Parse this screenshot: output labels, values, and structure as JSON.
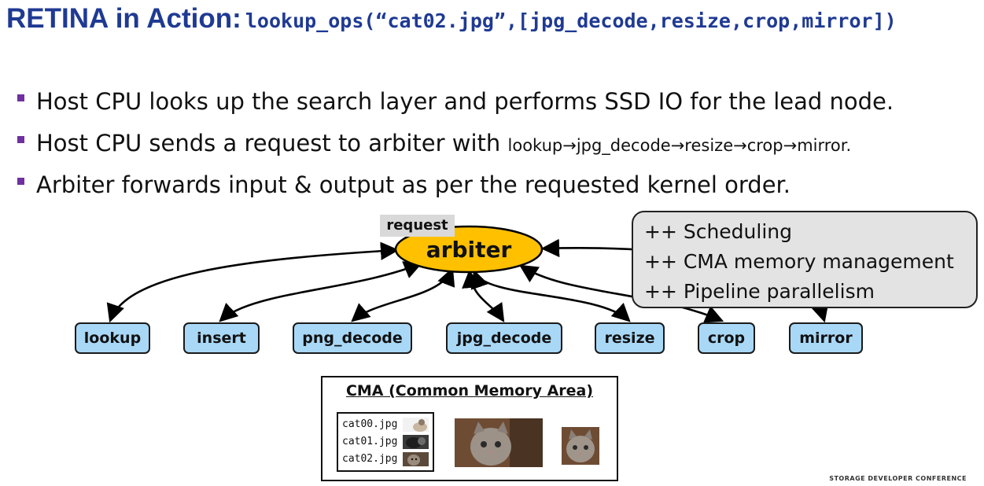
{
  "title": {
    "main": "RETINA in Action:",
    "code": "lookup_ops(“cat02.jpg”,[jpg_decode,resize,crop,mirror])"
  },
  "bullets": [
    {
      "text": "Host CPU looks up the search layer and performs SSD IO for the lead node."
    },
    {
      "text": "Host CPU sends a request to arbiter with ",
      "small": "lookup→jpg_decode→resize→crop→mirror."
    },
    {
      "text": "Arbiter forwards input & output as per the requested kernel order."
    }
  ],
  "diagram": {
    "request_label": "request",
    "arbiter_label": "arbiter",
    "callout": [
      "++ Scheduling",
      "++ CMA memory management",
      "++ Pipeline parallelism"
    ],
    "kernels": [
      "lookup",
      "insert",
      "png_decode",
      "jpg_decode",
      "resize",
      "crop",
      "mirror"
    ]
  },
  "cma": {
    "title": "CMA (Common Memory Area)",
    "files": [
      "cat00.jpg",
      "cat01.jpg",
      "cat02.jpg"
    ]
  },
  "footer": "STORAGE DEVELOPER CONFERENCE",
  "colors": {
    "title": "#1f3a93",
    "bullet_marker": "#7030a0",
    "arbiter_fill": "#ffc000",
    "kernel_fill": "#a9d8f7",
    "callout_fill": "#e3e3e3"
  }
}
